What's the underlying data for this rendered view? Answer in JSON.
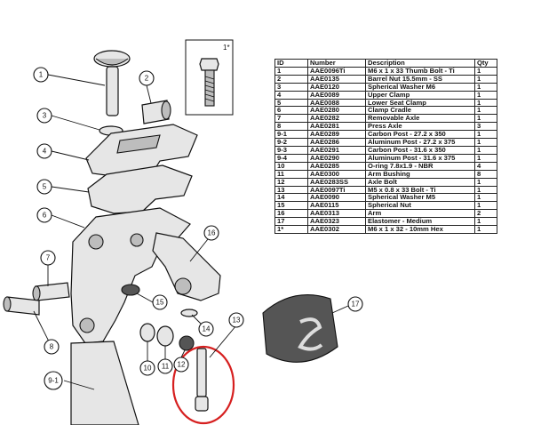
{
  "table": {
    "headers": {
      "id": "ID",
      "number": "Number",
      "description": "Description",
      "qty": "Qty"
    },
    "rows": [
      {
        "id": "1",
        "number": "AAE0096Ti",
        "description": "M6 x 1 x 33 Thumb Bolt - Ti",
        "qty": "1"
      },
      {
        "id": "2",
        "number": "AAE0135",
        "description": "Barrel Nut 15.5mm - SS",
        "qty": "1"
      },
      {
        "id": "3",
        "number": "AAE0120",
        "description": "Spherical Washer M6",
        "qty": "1"
      },
      {
        "id": "4",
        "number": "AAE0089",
        "description": "Upper Clamp",
        "qty": "1"
      },
      {
        "id": "5",
        "number": "AAE0088",
        "description": "Lower Seat Clamp",
        "qty": "1"
      },
      {
        "id": "6",
        "number": "AAE0280",
        "description": "Clamp Cradle",
        "qty": "1"
      },
      {
        "id": "7",
        "number": "AAE0282",
        "description": "Removable Axle",
        "qty": "1"
      },
      {
        "id": "8",
        "number": "AAE0281",
        "description": "Press Axle",
        "qty": "3"
      },
      {
        "id": "9-1",
        "number": "AAE0289",
        "description": "Carbon Post - 27.2 x 350",
        "qty": "1"
      },
      {
        "id": "9-2",
        "number": "AAE0286",
        "description": "Aluminum Post - 27.2 x 375",
        "qty": "1"
      },
      {
        "id": "9-3",
        "number": "AAE0291",
        "description": "Carbon Post - 31.6 x 350",
        "qty": "1"
      },
      {
        "id": "9-4",
        "number": "AAE0290",
        "description": "Aluminum Post - 31.6 x 375",
        "qty": "1"
      },
      {
        "id": "10",
        "number": "AAE0285",
        "description": "O-ring 7.8x1.9 - NBR",
        "qty": "4"
      },
      {
        "id": "11",
        "number": "AAE0300",
        "description": "Arm Bushing",
        "qty": "8"
      },
      {
        "id": "12",
        "number": "AAE0283SS",
        "description": "Axle Bolt",
        "qty": "1"
      },
      {
        "id": "13",
        "number": "AAE0097Ti",
        "description": "M5 x 0.8 x 33 Bolt - Ti",
        "qty": "1"
      },
      {
        "id": "14",
        "number": "AAE0090",
        "description": "Spherical Washer M5",
        "qty": "1"
      },
      {
        "id": "15",
        "number": "AAE0115",
        "description": "Spherical Nut",
        "qty": "1"
      },
      {
        "id": "16",
        "number": "AAE0313",
        "description": "Arm",
        "qty": "2"
      },
      {
        "id": "17",
        "number": "AAE0323",
        "description": "Elastomer - Medium",
        "qty": "1"
      },
      {
        "id": "1*",
        "number": "AAE0302",
        "description": "M6 x 1 x 32 - 10mm Hex",
        "qty": "1"
      }
    ]
  },
  "inset": {
    "label": "1*"
  },
  "callouts": {
    "c1": "1",
    "c2": "2",
    "c3": "3",
    "c4": "4",
    "c5": "5",
    "c6": "6",
    "c7": "7",
    "c8": "8",
    "c9": "9-1",
    "c10": "10",
    "c11": "11",
    "c12": "12",
    "c13": "13",
    "c14": "14",
    "c15": "15",
    "c16": "16",
    "c17": "17"
  },
  "colors": {
    "highlight": "#d61f1f",
    "line": "#111111"
  }
}
